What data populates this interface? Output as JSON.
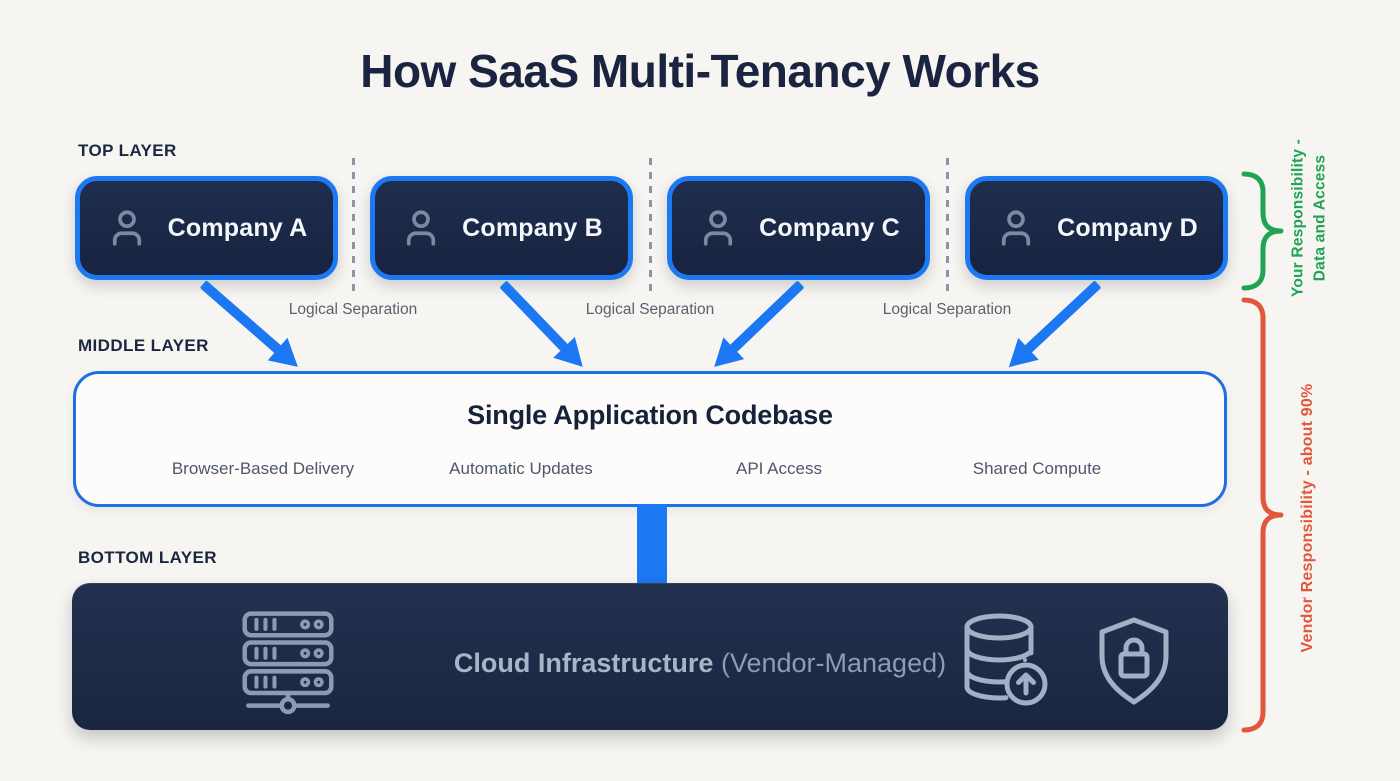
{
  "title": "How SaaS Multi-Tenancy Works",
  "layers": {
    "top": "TOP LAYER",
    "middle": "MIDDLE LAYER",
    "bottom": "BOTTOM LAYER"
  },
  "companies": [
    {
      "name": "Company A",
      "icon": "user-icon"
    },
    {
      "name": "Company B",
      "icon": "user-icon"
    },
    {
      "name": "Company C",
      "icon": "user-icon"
    },
    {
      "name": "Company D",
      "icon": "user-icon"
    }
  ],
  "separator_label": "Logical Separation",
  "middle_layer": {
    "heading": "Single Application Codebase",
    "features": [
      "Browser-Based Delivery",
      "Automatic Updates",
      "API Access",
      "Shared Compute"
    ]
  },
  "bottom_layer": {
    "name": "Cloud Infrastructure",
    "suffix": "(Vendor-Managed)",
    "icons": [
      "server-rack-icon",
      "database-upload-icon",
      "shield-lock-icon"
    ]
  },
  "responsibility": {
    "customer": {
      "line1": "Your Responsibility -",
      "line2": "Data and Access",
      "color": "#1ea452"
    },
    "vendor": {
      "label": "Vendor Responsibility - about 90%",
      "color": "#e2573b"
    }
  },
  "colors": {
    "background": "#f7f5f1",
    "accent_blue": "#1c78f2",
    "navy_text": "#1a2440",
    "card_fill": "#1b2945",
    "muted_text": "#59626f"
  }
}
